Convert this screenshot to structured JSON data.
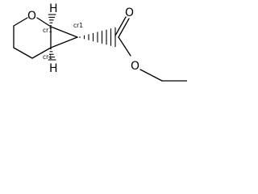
{
  "molecule": {
    "ring_oxygen": "O",
    "carbonyl_oxygen": "O",
    "ester_oxygen": "O",
    "stereo_labels": [
      "cr1",
      "cr1",
      "cr1"
    ],
    "hydrogen_labels": [
      "H",
      "H"
    ]
  }
}
